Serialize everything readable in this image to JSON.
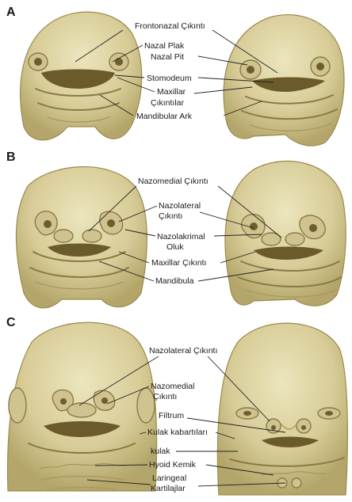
{
  "panels": {
    "a": {
      "letter": "A",
      "labels": {
        "frontonazal": "Frontonazal Çıkıntı",
        "nazal_plak": "Nazal Plak",
        "nazal_pit": "Nazal Pit",
        "stomodeum": "Stomodeum",
        "maxillar_1": "Maxillar",
        "maxillar_2": "Çıkıntılar",
        "mandibular": "Mandibular Ark"
      }
    },
    "b": {
      "letter": "B",
      "labels": {
        "nazomedial": "Nazomedial Çıkıntı",
        "nazolateral_1": "Nazolateral",
        "nazolateral_2": "Çıkıntı",
        "nazolakrimal_1": "Nazolakrimal",
        "nazolakrimal_2": "Oluk",
        "maxillar": "Maxillar Çıkıntı",
        "mandibula": "Mandibula"
      }
    },
    "c": {
      "letter": "C",
      "labels": {
        "nazolateral": "Nazolateral Çıkıntı",
        "nazomedial_1": "Nazomedial",
        "nazomedial_2": "Çıkıntı",
        "filtrum": "Filtrum",
        "kulak_kabarti": "Kulak kabartıları",
        "kulak": "kulak",
        "hyoid": "Hyoid Kemik",
        "laringeal_1": "Laringeal",
        "laringeal_2": "Kartilajlar"
      }
    }
  },
  "colors": {
    "skin_light": "#e4dcae",
    "skin_mid": "#cfc48f",
    "skin_dark": "#a89a5e",
    "text": "#1a1a1a"
  }
}
